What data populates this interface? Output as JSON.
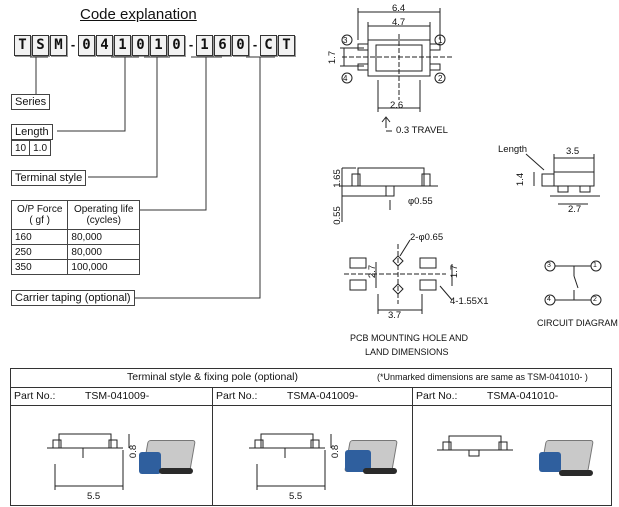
{
  "code_explanation": {
    "title": "Code explanation",
    "code_chars": [
      "T",
      "S",
      "M",
      "-",
      "0",
      "4",
      "1",
      "0",
      "1",
      "0",
      "-",
      "1",
      "6",
      "0",
      "-",
      "C",
      "T"
    ]
  },
  "labels": {
    "series": "Series",
    "length": "Length",
    "length_values": [
      "10",
      "1.0"
    ],
    "terminal_style": "Terminal style",
    "carrier_taping": "Carrier taping (optional)"
  },
  "force_table": {
    "headers": [
      "O/P Force\n( gf )",
      "Operating life\n(cycles)"
    ],
    "header_force": "O/P Force",
    "header_force_unit": "( gf )",
    "header_life": "Operating life",
    "header_life_unit": "(cycles)",
    "rows": [
      [
        "160",
        "80,000"
      ],
      [
        "250",
        "80,000"
      ],
      [
        "350",
        "100,000"
      ]
    ]
  },
  "top_view": {
    "dims": [
      "6.4",
      "4.7",
      "1.7",
      "2.6"
    ],
    "travel": "0.3  TRAVEL",
    "pins": [
      "3",
      "1",
      "4",
      "2"
    ]
  },
  "side_view": {
    "dims": [
      "1.65",
      "0.55",
      "φ0.55"
    ]
  },
  "length_view": {
    "label": "Length",
    "dims": [
      "3.5",
      "1.4",
      "2.7"
    ]
  },
  "pcb": {
    "dims": [
      "2-φ0.65",
      "2.7",
      "1.7",
      "4-1.55X1",
      "3.7"
    ],
    "caption_line1": "PCB  MOUNTING  HOLE  AND",
    "caption_line2": "LAND  DIMENSIONS"
  },
  "circuit": {
    "pins": [
      "3",
      "1",
      "4",
      "2"
    ],
    "caption": "CIRCUIT  DIAGRAM"
  },
  "bottom": {
    "title": "Terminal style & fixing pole (optional)",
    "note": "(*Unmarked dimensions are same as TSM-041010- )",
    "cells": [
      {
        "part_label": "Part No.:",
        "part_no": "TSM-041009-",
        "dim_w": "5.5",
        "dim_h": "0.8"
      },
      {
        "part_label": "Part No.:",
        "part_no": "TSMA-041009-",
        "dim_w": "5.5",
        "dim_h": "0.8"
      },
      {
        "part_label": "Part No.:",
        "part_no": "TSMA-041010-",
        "dim_w": "",
        "dim_h": ""
      }
    ]
  },
  "colors": {
    "product_blue": "#2f5f9e",
    "product_metal": "#c9c9c9"
  }
}
